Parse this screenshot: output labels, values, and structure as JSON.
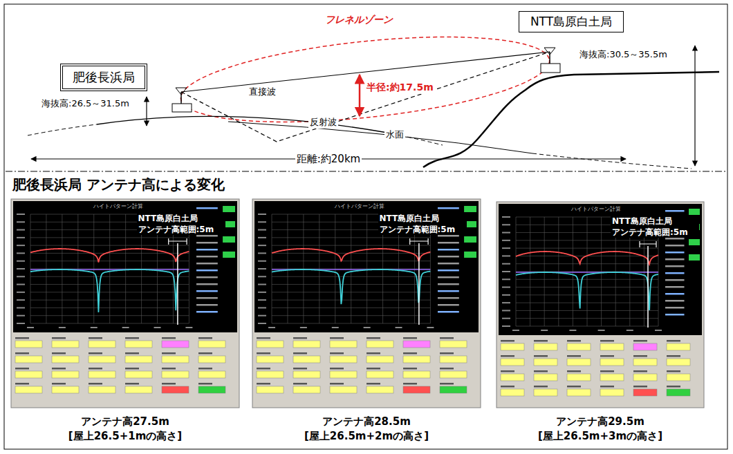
{
  "diagram": {
    "nodes": [
      {
        "text": [
          "肥後長浜局"
        ]
      },
      {
        "text": [
          "NTT島原白土局"
        ]
      },
      {
        "text": [
          "ハイトパターン計算",
          "NTT島原白土局 アンテナ高範囲:5m",
          "アンテナ高27.5m [屋上26.5+1mの高さ]"
        ]
      },
      {
        "text": [
          "ハイトパターン計算",
          "NTT島原白土局 アンテナ高範囲:5m",
          "アンテナ高28.5m [屋上26.5m+2mの高さ]"
        ]
      },
      {
        "text": [
          "ハイトパターン計算",
          "NTT島原白土局 アンテナ高範囲:5m",
          "アンテナ高29.5m [屋上26.5m+3mの高さ]"
        ]
      }
    ],
    "labels": [
      "フレネルゾーン",
      "直接波",
      "反射波",
      "半径:約17.5m",
      "海抜高:26.5～31.5m",
      "海抜高:30.5～35.5m",
      "水面",
      "距離:約20km",
      "肥後長浜局 アンテナ高による変化"
    ]
  }
}
